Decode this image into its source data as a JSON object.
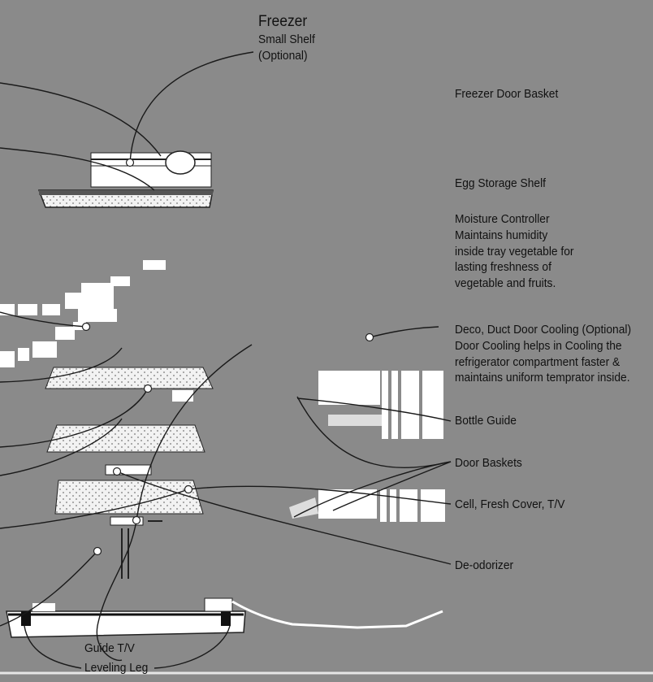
{
  "labels": {
    "freezer": {
      "title": "Freezer",
      "lines": [
        "Small Shelf",
        "(Optional)"
      ]
    },
    "freezer_door_basket": "Freezer Door Basket",
    "egg_storage_shelf": "Egg Storage Shelf",
    "moisture_controller": {
      "lines": [
        "Moisture Controller",
        "Maintains humidity",
        "inside tray vegetable for",
        "lasting freshness of",
        "vegetable and fruits."
      ]
    },
    "deco_duct": {
      "lines": [
        "Deco, Duct Door Cooling (Optional)",
        "Door Cooling helps in Cooling the",
        "refrigerator compartment faster &",
        "maintains uniform temprator inside."
      ]
    },
    "bottle_guide": "Bottle Guide",
    "door_baskets": "Door Baskets",
    "cell_fresh_cover": "Cell, Fresh Cover, T/V",
    "deodorizer": "De-odorizer",
    "guide_tv": "Guide T/V",
    "leveling_leg": "Leveling Leg"
  },
  "colors": {
    "background": "#8a8a8a",
    "line": "#1a1a1a",
    "part_fill": "#ffffff",
    "dotted_fill": "#f2f2f2"
  }
}
